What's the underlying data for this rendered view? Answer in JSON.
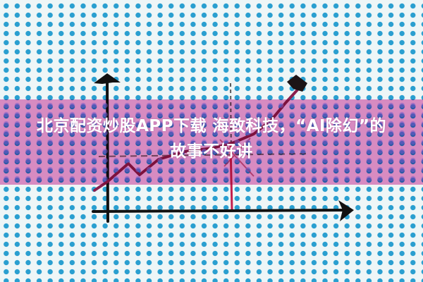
{
  "article": {
    "title_line1": "北京配资炒股APP下载 海致科技，“AI除幻”的",
    "title_line2": "故事不好讲"
  },
  "illustration": {
    "description": "hand-drawn rising line chart on dotted background",
    "colors": {
      "background": "#eef6f7",
      "dots": "#2a9fd0",
      "band": "#e278bc",
      "axes": "#1a1a1a",
      "line": "#8a1f4e",
      "title_text": "#ffffff"
    }
  }
}
